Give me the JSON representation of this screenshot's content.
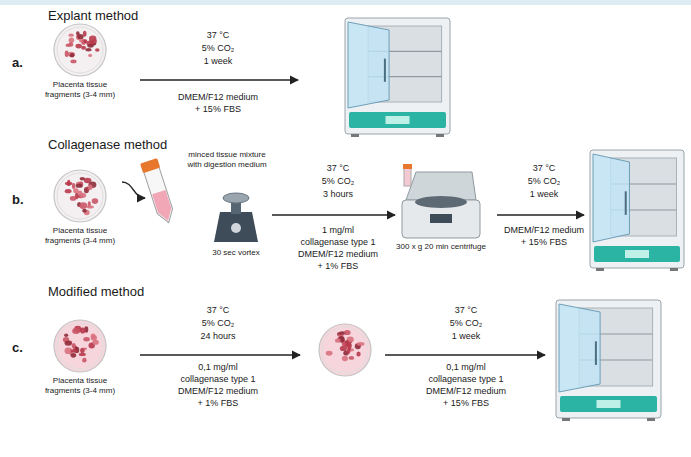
{
  "diagram": {
    "nodes": [
      {
        "text": [
          "Placenta tissue fragments (3-4 mm)"
        ]
      },
      {
        "text": [
          "Placenta tissue fragments (3-4 mm)"
        ]
      },
      {
        "text": [
          "minced tissue mixture with digestion medium"
        ]
      },
      {
        "text": [
          "30 sec vortex"
        ]
      },
      {
        "text": [
          "300 x g 20 min centrifuge"
        ]
      },
      {
        "text": [
          "Placenta tissue fragments (3-4 mm)"
        ]
      }
    ],
    "edges": [
      {
        "from": 1,
        "to": 2,
        "arrow": "to"
      },
      {
        "from": 3,
        "to": 4,
        "arrow": "to"
      }
    ],
    "labels": [
      "Explant method",
      "a.",
      "37 °C",
      "5% CO₂",
      "1 week",
      "DMEM/F12 medium",
      "+ 15% FBS",
      "Collagenase method",
      "b.",
      "37 °C",
      "5% CO₂",
      "3 hours",
      "1 mg/ml",
      "collagenase type 1",
      "DMEM/F12 medium",
      "+ 1% FBS",
      "37 °C",
      "5% CO₂",
      "1 week",
      "DMEM/F12 medium",
      "+ 15% FBS",
      "Modified method",
      "c.",
      "37 °C",
      "5% CO₂",
      "24 hours",
      "0,1 mg/ml",
      "collagenase type 1",
      "DMEM/F12 medium",
      "+ 1% FBS",
      "37 °C",
      "5% CO₂",
      "1 week",
      "0,1 mg/ml",
      "collagenase type 1",
      "DMEM/F12 medium",
      "+ 15% FBS"
    ]
  }
}
